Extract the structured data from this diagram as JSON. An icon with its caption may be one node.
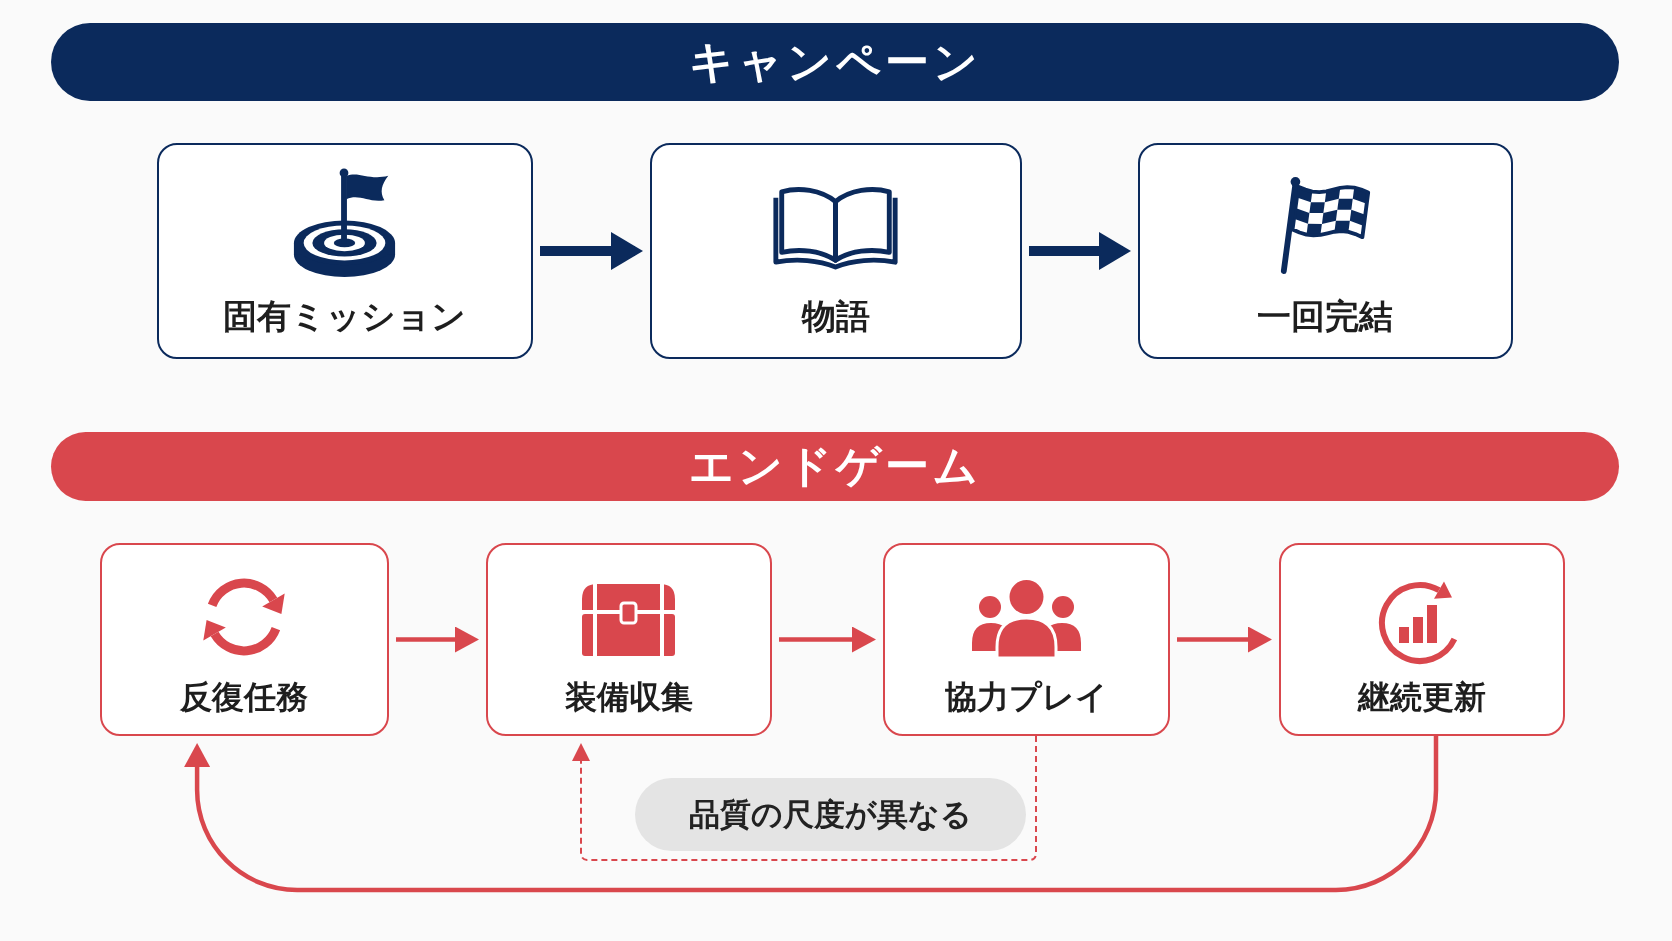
{
  "diagram": {
    "nodes": [
      {
        "text": [
          "キャンペーン"
        ]
      },
      {
        "text": [
          "固有ミッション"
        ]
      },
      {
        "text": [
          "物語"
        ]
      },
      {
        "text": [
          "一回完結"
        ]
      },
      {
        "text": [
          "エンドゲーム"
        ]
      },
      {
        "text": [
          "反復任務"
        ]
      },
      {
        "text": [
          "装備収集"
        ]
      },
      {
        "text": [
          "協力プレイ"
        ]
      },
      {
        "text": [
          "継続更新"
        ]
      }
    ],
    "edges": [
      {
        "from": 1,
        "to": 2,
        "arrow": "to",
        "style": "thick",
        "color": "#0b2a5c"
      },
      {
        "from": 2,
        "to": 3,
        "arrow": "to",
        "style": "thick",
        "color": "#0b2a5c"
      },
      {
        "from": 5,
        "to": 6,
        "arrow": "to"
      },
      {
        "from": 6,
        "to": 7,
        "arrow": "to"
      },
      {
        "from": 7,
        "to": 8,
        "arrow": "to"
      },
      {
        "from": 8,
        "to": 5,
        "arrow": "to"
      },
      {
        "from": 7,
        "to": 6,
        "arrow": "to",
        "style": "dashed",
        "label": "品質の尺度が異なる"
      }
    ]
  }
}
